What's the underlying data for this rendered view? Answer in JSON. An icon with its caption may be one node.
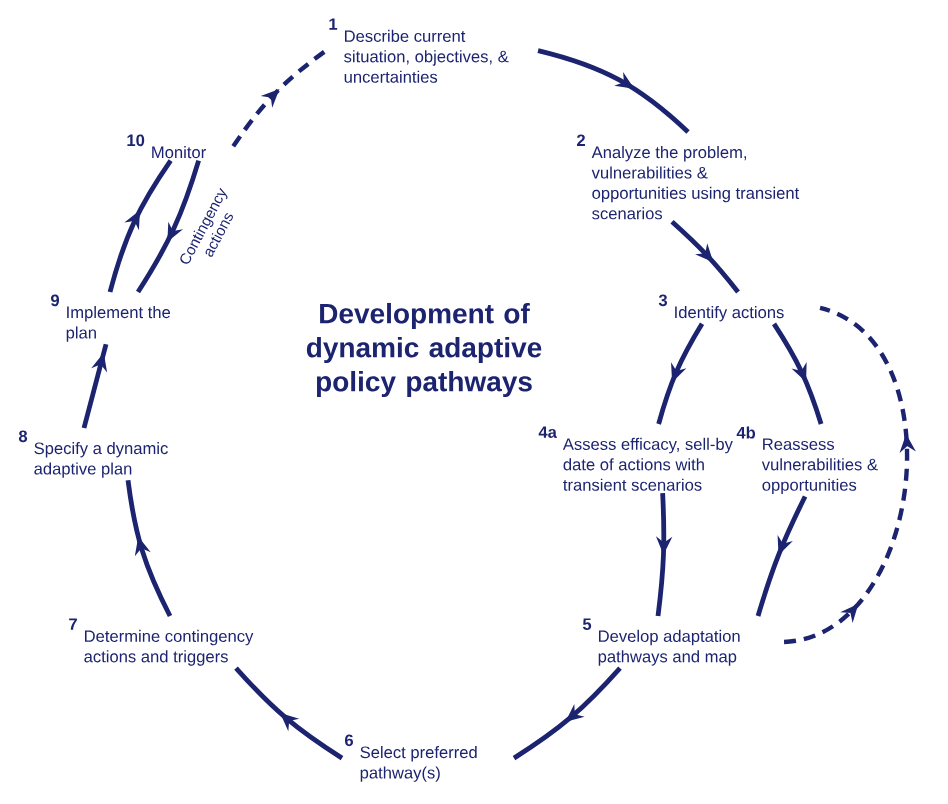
{
  "diagram": {
    "title": "Development of dynamic adaptive policy pathways",
    "nodes": [
      {
        "text": [
          "1",
          "Describe current situation, objectives, & uncertainties"
        ]
      },
      {
        "text": [
          "2",
          "Analyze the problem, vulnerabilities & opportunities using transient scenarios"
        ]
      },
      {
        "text": [
          "3",
          "Identify actions"
        ]
      },
      {
        "text": [
          "4a",
          "Assess efficacy, sell-by date of actions with transient scenarios"
        ]
      },
      {
        "text": [
          "4b",
          "Reassess vulnerabilities & opportunities"
        ]
      },
      {
        "text": [
          "5",
          "Develop adaptation pathways and map"
        ]
      },
      {
        "text": [
          "6",
          "Select preferred pathway(s)"
        ]
      },
      {
        "text": [
          "7",
          "Determine contingency actions and triggers"
        ]
      },
      {
        "text": [
          "8",
          "Specify a dynamic adaptive plan"
        ]
      },
      {
        "text": [
          "9",
          "Implement the plan"
        ]
      },
      {
        "text": [
          "10",
          "Monitor"
        ]
      }
    ],
    "edges": [
      {
        "from": 0,
        "to": 1,
        "arrow": "to"
      },
      {
        "from": 1,
        "to": 2,
        "arrow": "to"
      },
      {
        "from": 2,
        "to": 3,
        "arrow": "to"
      },
      {
        "from": 2,
        "to": 4,
        "arrow": "to"
      },
      {
        "from": 3,
        "to": 5,
        "arrow": "to"
      },
      {
        "from": 4,
        "to": 5,
        "arrow": "to"
      },
      {
        "from": 5,
        "to": 2,
        "arrow": "to",
        "style": "dashed"
      },
      {
        "from": 5,
        "to": 6,
        "arrow": "to"
      },
      {
        "from": 6,
        "to": 7,
        "arrow": "to"
      },
      {
        "from": 7,
        "to": 8,
        "arrow": "to"
      },
      {
        "from": 8,
        "to": 9,
        "arrow": "to"
      },
      {
        "from": 9,
        "to": 10,
        "arrow": "to"
      },
      {
        "from": 10,
        "to": 9,
        "arrow": "to",
        "label": "Contingency actions"
      },
      {
        "from": 10,
        "to": 0,
        "arrow": "to",
        "style": "dashed"
      }
    ]
  }
}
